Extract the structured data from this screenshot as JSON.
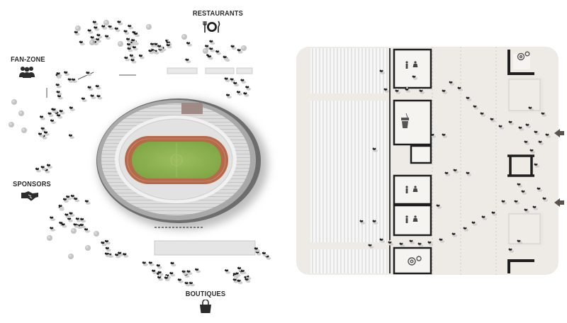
{
  "labels": {
    "restaurants": "RESTAURANTS",
    "fan_zone": "FAN-ZONE",
    "sponsors": "SPONSORS",
    "boutiques": "BOUTIQUES"
  },
  "icons": {
    "restaurants": "dining-plate-icon",
    "fan_zone": "people-group-icon",
    "sponsors": "handshake-icon",
    "boutiques": "shopping-bag-icon",
    "food_kiosk": "drink-cup-icon",
    "restroom": "restroom-icon",
    "service_room": "gear-icon",
    "entry_arrow": "arrow-left-icon"
  },
  "colors": {
    "ink": "#2a2a2a",
    "field_green": "#8fb34e",
    "track": "#b66a4a",
    "stands": "#d9d9d9",
    "plan_bg": "#eeebe7",
    "wall": "#1e1e1e"
  }
}
